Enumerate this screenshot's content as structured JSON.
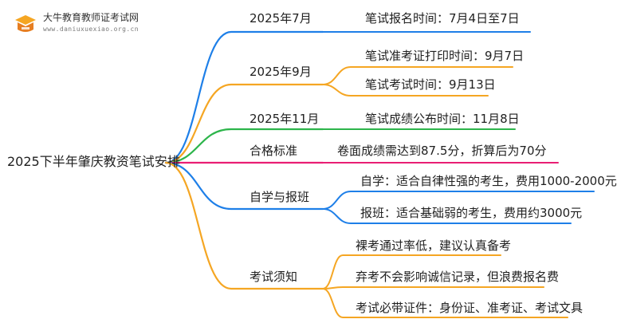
{
  "logo": {
    "title": "大牛教育教师证考试网",
    "url": "www.daniuxuexiao.org.cn"
  },
  "root": {
    "label": "2025下半年肇庆教资笔试安排"
  },
  "branches": [
    {
      "label": "2025年7月",
      "color": "#1e7fe8",
      "children": [
        {
          "label": "笔试报名时间：7月4日至7日",
          "color": "#1e7fe8"
        }
      ]
    },
    {
      "label": "2025年9月",
      "color": "#f5a623",
      "children": [
        {
          "label": "笔试准考证打印时间：9月7日",
          "color": "#f5a623"
        },
        {
          "label": "笔试考试时间：9月13日",
          "color": "#f5a623"
        }
      ]
    },
    {
      "label": "2025年11月",
      "color": "#2db54b",
      "children": [
        {
          "label": "笔试成绩公布时间：11月8日",
          "color": "#2db54b"
        }
      ]
    },
    {
      "label": "合格标准",
      "color": "#e91e74",
      "children": [
        {
          "label": "卷面成绩需达到87.5分，折算后为70分",
          "color": "#e91e74"
        }
      ]
    },
    {
      "label": "自学与报班",
      "color": "#1e7fe8",
      "children": [
        {
          "label": "自学：适合自律性强的考生，费用1000-2000元",
          "color": "#1e7fe8"
        },
        {
          "label": "报班：适合基础弱的考生，费用约3000元",
          "color": "#1e7fe8"
        }
      ]
    },
    {
      "label": "考试须知",
      "color": "#f5a623",
      "children": [
        {
          "label": "裸考通过率低，建议认真备考",
          "color": "#f5a623"
        },
        {
          "label": "弃考不会影响诚信记录，但浪费报名费",
          "color": "#f5a623"
        },
        {
          "label": "考试必带证件：身份证、准考证、考试文具",
          "color": "#f5a623"
        }
      ]
    }
  ]
}
